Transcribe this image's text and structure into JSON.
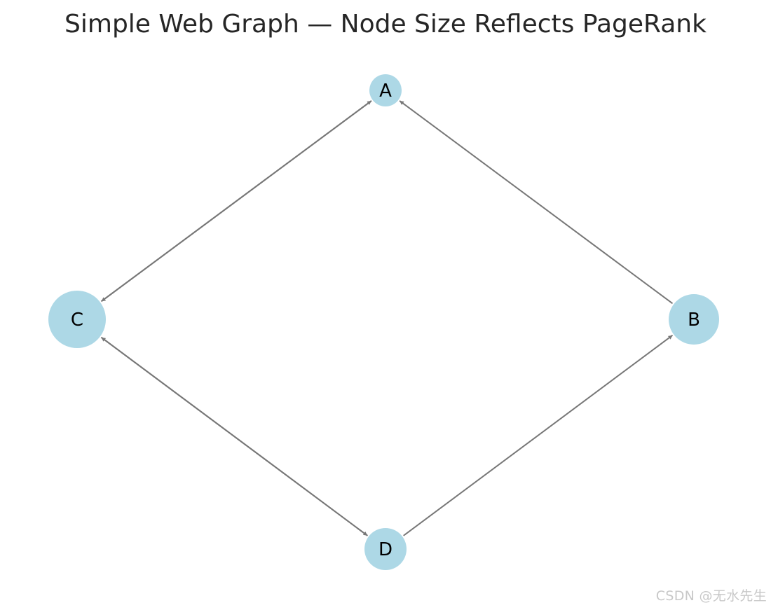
{
  "title": "Simple Web Graph — Node Size Reflects PageRank",
  "colors": {
    "node_fill": "#add8e6",
    "edge_stroke": "#777777",
    "title_text": "#262626",
    "node_label_text": "#000000",
    "watermark_text": "#c8c8c8"
  },
  "nodes": [
    {
      "id": "A",
      "label": "A"
    },
    {
      "id": "B",
      "label": "B"
    },
    {
      "id": "C",
      "label": "C"
    },
    {
      "id": "D",
      "label": "D"
    }
  ],
  "edges": [
    {
      "from": "A",
      "to": "C"
    },
    {
      "from": "C",
      "to": "A"
    },
    {
      "from": "B",
      "to": "A"
    },
    {
      "from": "C",
      "to": "D"
    },
    {
      "from": "D",
      "to": "C"
    },
    {
      "from": "D",
      "to": "B"
    }
  ],
  "watermark": "CSDN @无水先生"
}
